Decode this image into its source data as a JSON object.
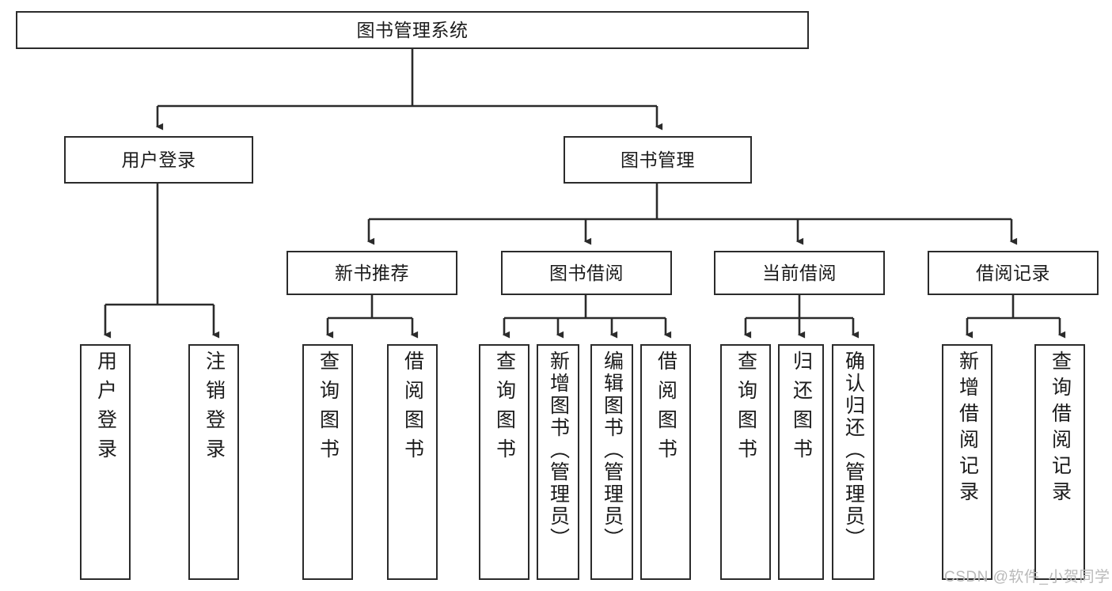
{
  "diagram": {
    "title": "图书管理系统",
    "type": "功能结构图",
    "watermark": "CSDN @软件_小贺同学",
    "colors": {
      "box_border": "#2b2b2b",
      "box_fill": "#ffffff",
      "connector": "#2b2b2b",
      "text": "#1b1b1b",
      "watermark": "#b9b9b9",
      "background": "#ffffff"
    },
    "nodes": {
      "root": {
        "label": "图书管理系统"
      },
      "level2": [
        {
          "id": "user-login",
          "label": "用户登录"
        },
        {
          "id": "book-management",
          "label": "图书管理"
        }
      ],
      "level3": [
        {
          "id": "new-book-recommend",
          "label": "新书推荐"
        },
        {
          "id": "book-borrow",
          "label": "图书借阅"
        },
        {
          "id": "current-borrow",
          "label": "当前借阅"
        },
        {
          "id": "borrow-record",
          "label": "借阅记录"
        }
      ],
      "leaves": {
        "user_login": [
          {
            "id": "leaf-user-login",
            "label": "用户登录"
          },
          {
            "id": "leaf-user-logout",
            "label": "注销登录"
          }
        ],
        "new_book_recommend": [
          {
            "id": "leaf-query-book-1",
            "label": "查询图书"
          },
          {
            "id": "leaf-borrow-book-1",
            "label": "借阅图书"
          }
        ],
        "book_borrow": [
          {
            "id": "leaf-query-book-2",
            "label": "查询图书"
          },
          {
            "id": "leaf-add-book",
            "label": "新增图书（管理员）"
          },
          {
            "id": "leaf-edit-book",
            "label": "编辑图书（管理员）"
          },
          {
            "id": "leaf-borrow-book-2",
            "label": "借阅图书"
          }
        ],
        "current_borrow": [
          {
            "id": "leaf-query-book-3",
            "label": "查询图书"
          },
          {
            "id": "leaf-return-book",
            "label": "归还图书"
          },
          {
            "id": "leaf-confirm-return",
            "label": "确认归还（管理员）"
          }
        ],
        "borrow_record": [
          {
            "id": "leaf-add-record",
            "label": "新增借阅记录"
          },
          {
            "id": "leaf-query-record",
            "label": "查询借阅记录"
          }
        ]
      }
    }
  }
}
